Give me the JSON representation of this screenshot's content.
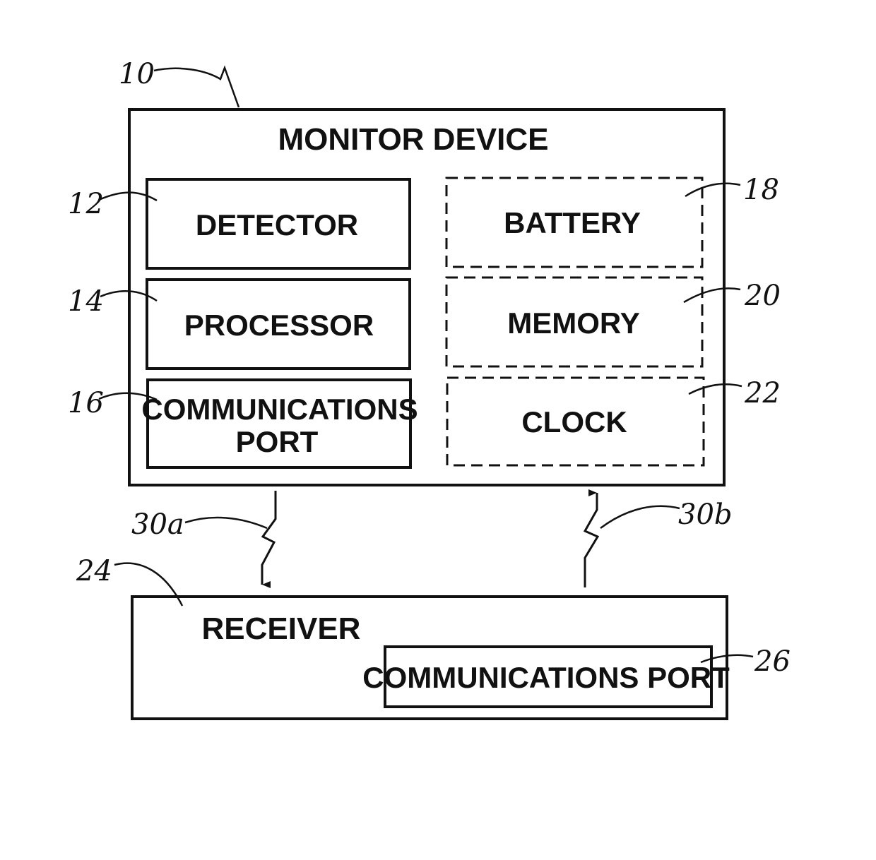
{
  "monitor_device": {
    "ref": "10",
    "title": "MONITOR DEVICE",
    "blocks": [
      {
        "ref": "12",
        "label": "DETECTOR",
        "style": "solid"
      },
      {
        "ref": "14",
        "label": "PROCESSOR",
        "style": "solid"
      },
      {
        "ref": "16",
        "label_line1": "COMMUNICATIONS",
        "label_line2": "PORT",
        "style": "solid"
      },
      {
        "ref": "18",
        "label": "BATTERY",
        "style": "dashed"
      },
      {
        "ref": "20",
        "label": "MEMORY",
        "style": "dashed"
      },
      {
        "ref": "22",
        "label": "CLOCK",
        "style": "dashed"
      }
    ]
  },
  "links": [
    {
      "ref": "30a",
      "direction": "down"
    },
    {
      "ref": "30b",
      "direction": "up"
    }
  ],
  "receiver": {
    "ref": "24",
    "title": "RECEIVER",
    "port": {
      "ref": "26",
      "label": "COMMUNICATIONS PORT"
    }
  },
  "colors": {
    "ink": "#111111",
    "background": "#ffffff"
  }
}
